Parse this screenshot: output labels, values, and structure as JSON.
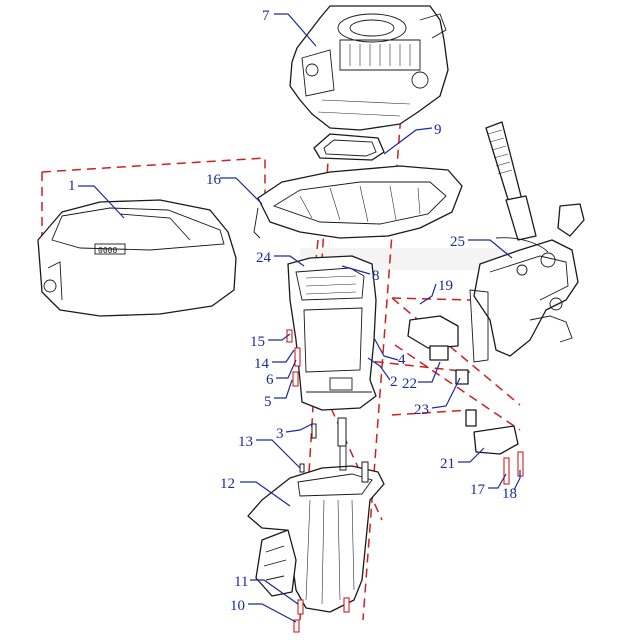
{
  "diagram": {
    "accent_color": "#1c2a9e",
    "guide_color": "#d21f1f",
    "cover_badge": "0000",
    "callouts": [
      {
        "id": "c1",
        "label": "1"
      },
      {
        "id": "c2",
        "label": "2"
      },
      {
        "id": "c3",
        "label": "3"
      },
      {
        "id": "c4",
        "label": "4"
      },
      {
        "id": "c5",
        "label": "5"
      },
      {
        "id": "c6",
        "label": "6"
      },
      {
        "id": "c7",
        "label": "7"
      },
      {
        "id": "c8",
        "label": "8"
      },
      {
        "id": "c9",
        "label": "9"
      },
      {
        "id": "c10",
        "label": "10"
      },
      {
        "id": "c11",
        "label": "11"
      },
      {
        "id": "c12",
        "label": "12"
      },
      {
        "id": "c13",
        "label": "13"
      },
      {
        "id": "c14",
        "label": "14"
      },
      {
        "id": "c15",
        "label": "15"
      },
      {
        "id": "c16",
        "label": "16"
      },
      {
        "id": "c17",
        "label": "17"
      },
      {
        "id": "c18",
        "label": "18"
      },
      {
        "id": "c19",
        "label": "19"
      },
      {
        "id": "c21",
        "label": "21"
      },
      {
        "id": "c22",
        "label": "22"
      },
      {
        "id": "c23",
        "label": "23"
      },
      {
        "id": "c24",
        "label": "24"
      },
      {
        "id": "c25",
        "label": "25"
      }
    ]
  }
}
